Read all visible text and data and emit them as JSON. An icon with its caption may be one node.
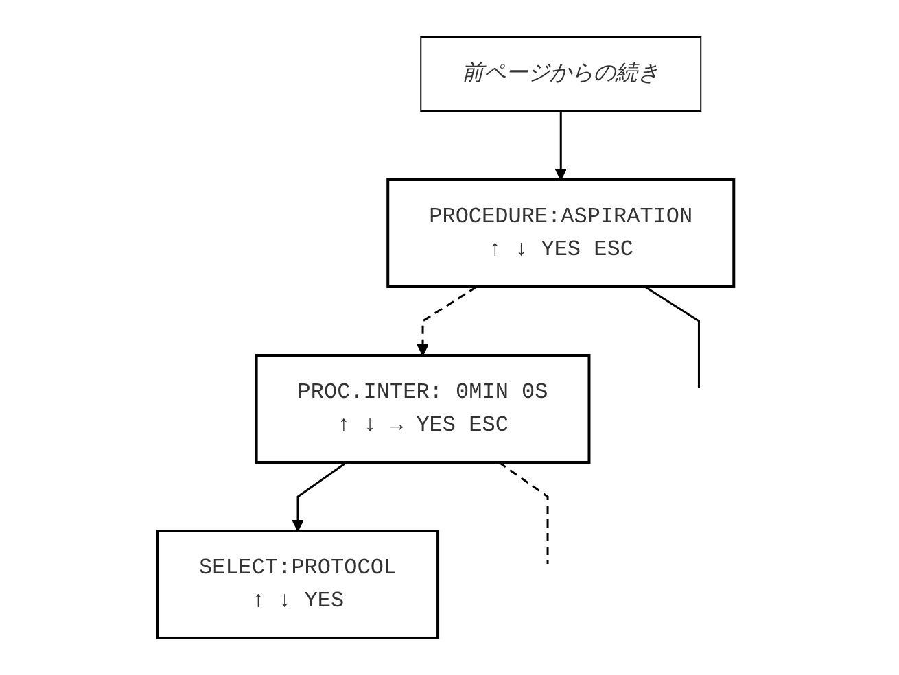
{
  "diagram": {
    "nodes": [
      {
        "text": [
          "前ページからの続き"
        ]
      },
      {
        "text": [
          "PROCEDURE:ASPIRATION",
          "↑ ↓ YES ESC"
        ]
      },
      {
        "text": [
          "PROC.INTER: 0MIN 0S",
          "↑ ↓ → YES ESC"
        ]
      },
      {
        "text": [
          "SELECT:PROTOCOL",
          "↑ ↓ YES"
        ]
      }
    ],
    "edges": [
      {
        "from": 0,
        "to": 1,
        "arrow": "to"
      },
      {
        "from": 1,
        "to": 2,
        "arrow": "to",
        "style": "dashed"
      },
      {
        "from": 2,
        "to": 3,
        "arrow": "to"
      },
      {
        "from": 1,
        "to": null,
        "arrow": "none"
      },
      {
        "from": 2,
        "to": null,
        "arrow": "none",
        "style": "dashed"
      }
    ]
  }
}
